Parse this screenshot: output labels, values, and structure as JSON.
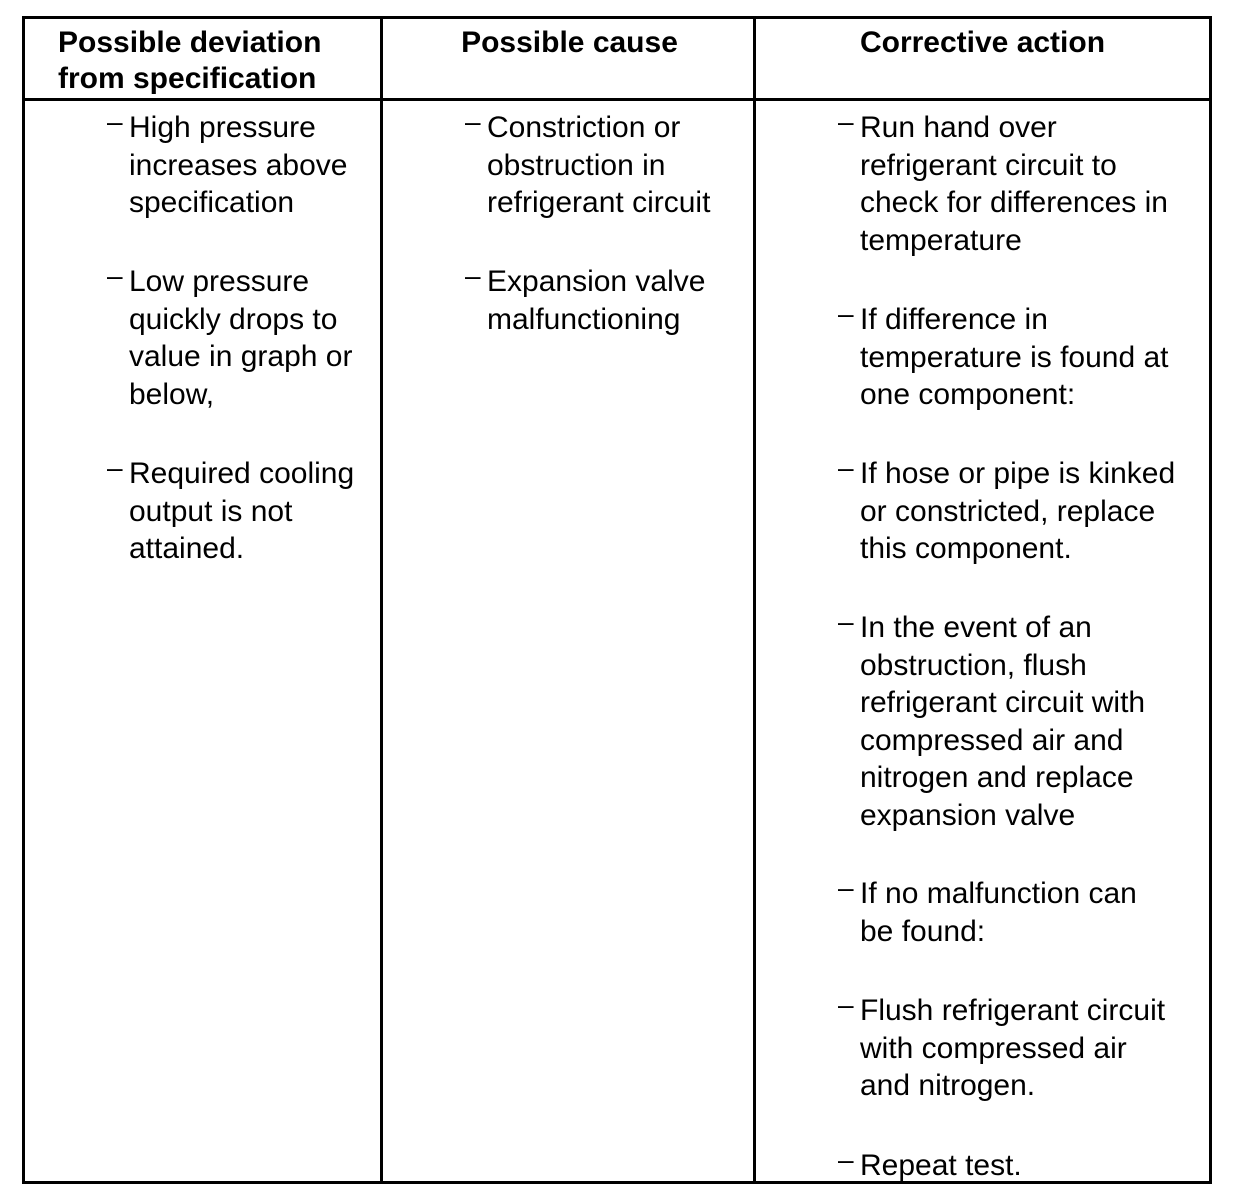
{
  "header": {
    "col1_line1": "Possible deviation",
    "col1_line2": "from specification",
    "col2": "Possible cause",
    "col3": "Corrective action"
  },
  "deviations": [
    {
      "lines": [
        "High pressure",
        "increases above",
        "specification"
      ]
    },
    {
      "lines": [
        "Low pressure",
        "quickly drops to",
        "value in graph or",
        "below,"
      ]
    },
    {
      "lines": [
        "Required cooling",
        "output is not",
        "attained."
      ]
    }
  ],
  "causes": [
    {
      "lines": [
        "Constriction or",
        "obstruction in",
        "refrigerant circuit"
      ]
    },
    {
      "lines": [
        "Expansion valve",
        "malfunctioning"
      ]
    }
  ],
  "actions": [
    {
      "lines": [
        "Run hand over",
        "refrigerant circuit to",
        "check for differences in",
        "temperature"
      ]
    },
    {
      "lines": [
        "If difference in",
        "temperature is found at",
        "one component:"
      ]
    },
    {
      "lines": [
        "If hose or pipe is kinked",
        "or constricted, replace",
        "this component."
      ]
    },
    {
      "lines": [
        "In the event of an",
        "obstruction, flush",
        "refrigerant circuit with",
        "compressed air and",
        "nitrogen and replace",
        "expansion valve"
      ]
    },
    {
      "lines": [
        "If no malfunction can",
        "be found:"
      ]
    },
    {
      "lines": [
        "Flush refrigerant circuit",
        "with compressed air",
        "and nitrogen."
      ]
    },
    {
      "lines": [
        "Repeat test."
      ]
    }
  ],
  "bullet_glyph": "–"
}
